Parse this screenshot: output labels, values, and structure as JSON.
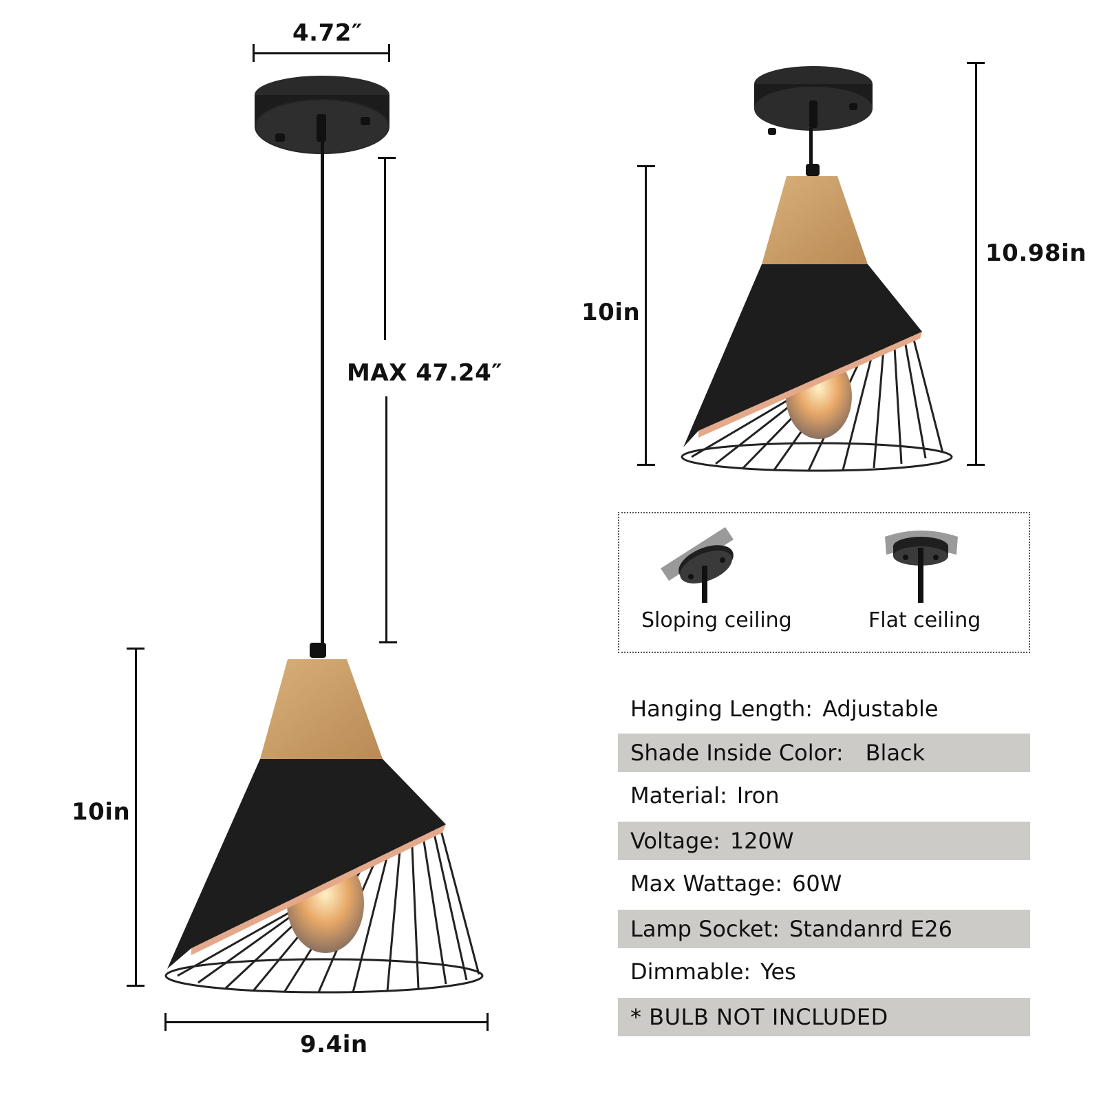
{
  "dimensions": {
    "canopy_width": "4.72″",
    "max_cord_length": "MAX 47.24″",
    "left_shade_height": "10in",
    "left_shade_width": "9.4in",
    "right_shade_height": "10in",
    "right_total_height": "10.98in"
  },
  "mounting": {
    "options": [
      {
        "label": "Sloping ceiling",
        "icon": "sloping-ceiling-mount-icon"
      },
      {
        "label": "Flat ceiling",
        "icon": "flat-ceiling-mount-icon"
      }
    ]
  },
  "specs": [
    {
      "key": "Hanging Length:",
      "value": "Adjustable",
      "shaded": false
    },
    {
      "key": "Shade Inside Color:",
      "value": "Black",
      "shaded": true
    },
    {
      "key": "Material:",
      "value": "Iron",
      "shaded": false
    },
    {
      "key": "Voltage:",
      "value": "120W",
      "shaded": true
    },
    {
      "key": "Max Wattage:",
      "value": "60W",
      "shaded": false
    },
    {
      "key": "Lamp Socket:",
      "value": "Standanrd E26",
      "shaded": true
    },
    {
      "key": "Dimmable:",
      "value": "Yes",
      "shaded": false
    }
  ],
  "note": "* BULB NOT INCLUDED",
  "colors": {
    "shade_black": "#1b1b1b",
    "wood": "#c9a06b",
    "row_gray": "#cdcbc7",
    "bulb_glow": "#e8a868"
  }
}
